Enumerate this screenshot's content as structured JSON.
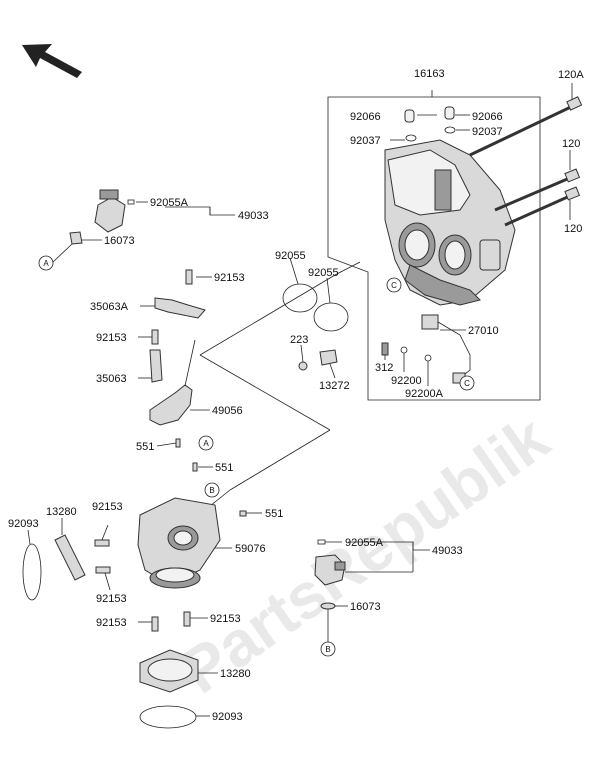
{
  "watermark": "PartsRepublik",
  "colors": {
    "line": "#222222",
    "part_fill": "#d9d9d9",
    "part_dark": "#9a9a9a",
    "watermark": "#d8d8d8"
  },
  "labels": {
    "l16163": "16163",
    "l120A": "120A",
    "l92066a": "92066",
    "l92066b": "92066",
    "l92037a": "92037",
    "l92037b": "92037",
    "l120a": "120",
    "l120b": "120",
    "l92055Aa": "92055A",
    "l49033a": "49033",
    "l16073a": "16073",
    "l92055a": "92055",
    "l92055b": "92055",
    "l92153a": "92153",
    "l35063A": "35063A",
    "l27010": "27010",
    "l92153b": "92153",
    "l223": "223",
    "l312": "312",
    "l92200": "92200",
    "l35063": "35063",
    "l13272": "13272",
    "l92200A": "92200A",
    "l49056": "49056",
    "l551a": "551",
    "l551b": "551",
    "l92153c": "92153",
    "l13280a": "13280",
    "l551c": "551",
    "l92093a": "92093",
    "l59076": "59076",
    "l92055Ab": "92055A",
    "l49033b": "49033",
    "l92153d": "92153",
    "l16073b": "16073",
    "l92153e": "92153",
    "l92153f": "92153",
    "l13280b": "13280",
    "l92093b": "92093"
  },
  "callouts": {
    "A1": "A",
    "A2": "A",
    "B1": "B",
    "B2": "B",
    "C1": "C",
    "C2": "C"
  },
  "icons": {
    "direction": "front-direction-arrow-icon"
  }
}
